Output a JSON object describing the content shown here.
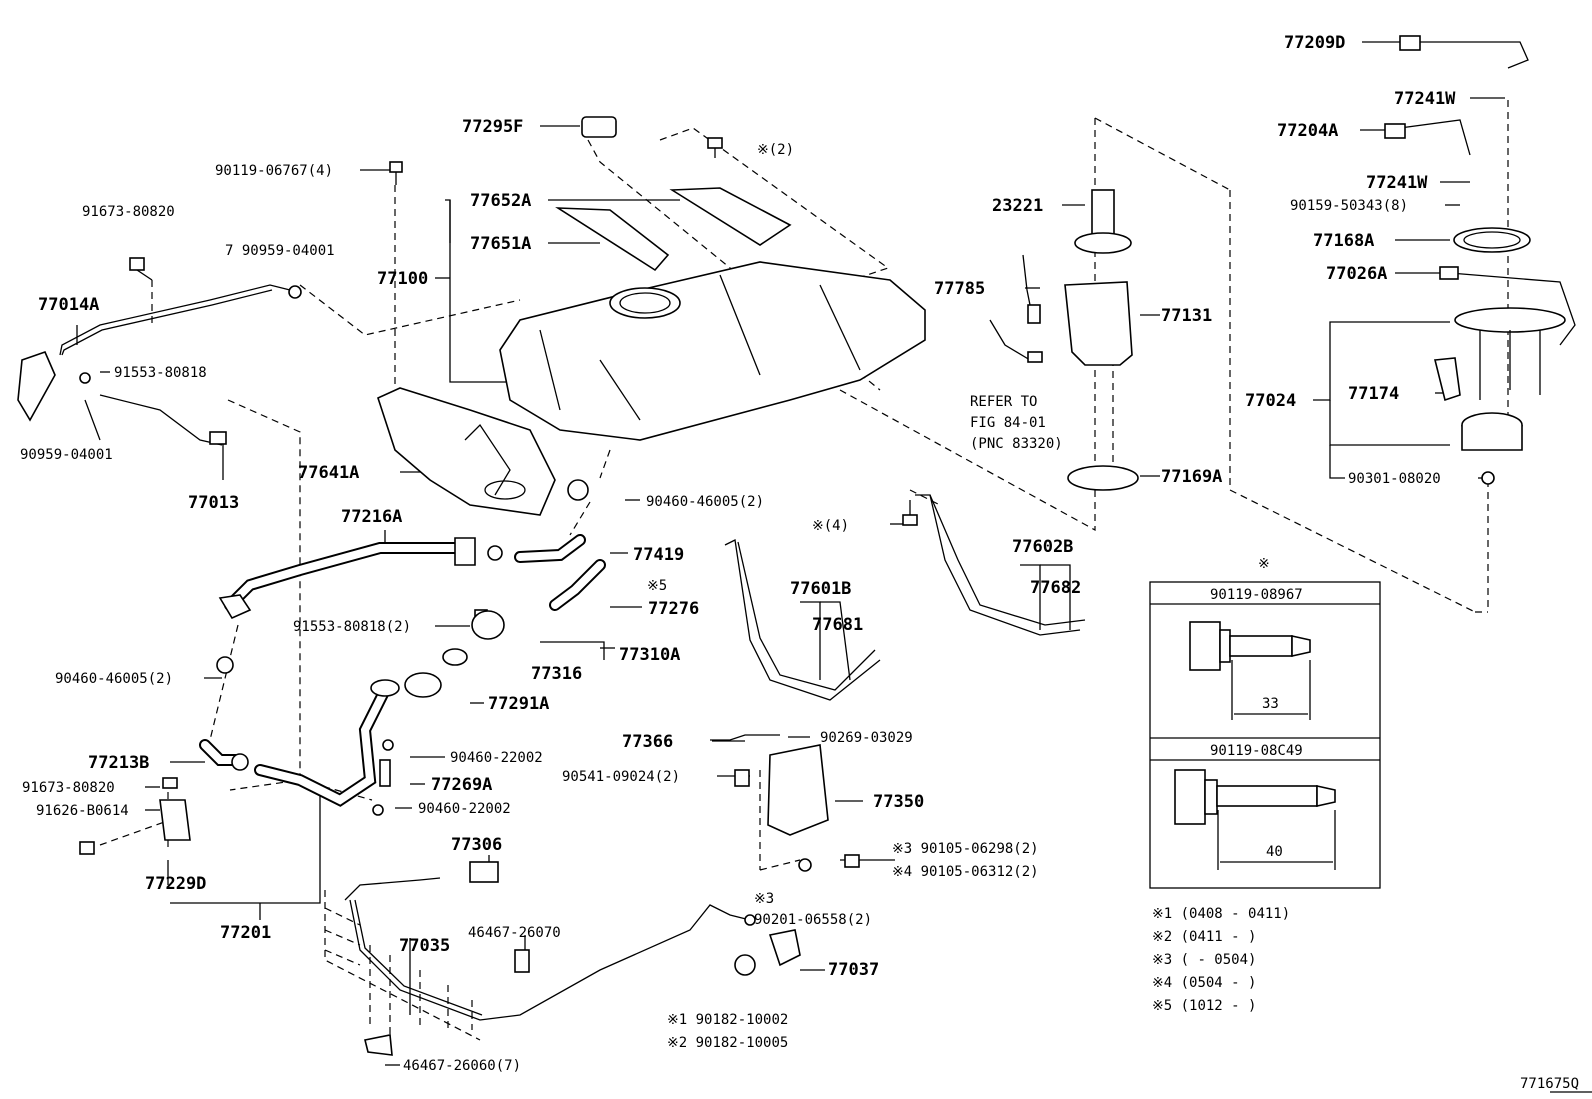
{
  "diagram_code": "771675Q",
  "callouts": {
    "p77209D": "77209D",
    "p77241W_a": "77241W",
    "p77204A": "77204A",
    "p77241W_b": "77241W",
    "p90159": "90159-50343(8)",
    "p77168A": "77168A",
    "p77026A": "77026A",
    "p77024": "77024",
    "p77174": "77174",
    "p90301": "90301-08020",
    "p77295F": "77295F",
    "p90119_06767": "90119-06767(4)",
    "p_note2": "※(2)",
    "p77652A": "77652A",
    "p77651A": "77651A",
    "p77100": "77100",
    "p23221": "23221",
    "p77785": "77785",
    "p77131": "77131",
    "refer1": "REFER TO",
    "refer2": "FIG 84-01",
    "refer3": "(PNC 83320)",
    "p77169A": "77169A",
    "p91673_80820a": "91673-80820",
    "p90959_a": "7 90959-04001",
    "p77014A": "77014A",
    "p91553_80818": "91553-80818",
    "p90959_b": "90959-04001",
    "p77013": "77013",
    "p77641A": "77641A",
    "p90460_46005a": "90460-46005(2)",
    "p77216A": "77216A",
    "p77419": "77419",
    "p_note5": "※5",
    "p77276": "77276",
    "p91553_80818_2": "91553-80818(2)",
    "p77310A": "77310A",
    "p77316": "77316",
    "p90460_46005b": "90460-46005(2)",
    "p77291A": "77291A",
    "p_note4": "※(4)",
    "p77602B": "77602B",
    "p77682": "77682",
    "p77601B": "77601B",
    "p77681": "77681",
    "p77366": "77366",
    "p90269": "90269-03029",
    "p77213B": "77213B",
    "p90460_22002a": "90460-22002",
    "p91673_80820b": "91673-80820",
    "p77269A": "77269A",
    "p90541": "90541-09024(2)",
    "p77350": "77350",
    "p91626": "91626-B0614",
    "p90460_22002b": "90460-22002",
    "p77306": "77306",
    "p90105_06298": "※3 90105-06298(2)",
    "p90105_06312": "※4 90105-06312(2)",
    "p77229D": "77229D",
    "p77201": "77201",
    "p_note3": "※3",
    "p90201": "90201-06558(2)",
    "p77035": "77035",
    "p46467_26070": "46467-26070",
    "p77037": "77037",
    "p90182_10002": "※1 90182-10002",
    "p90182_10005": "※2 90182-10005",
    "p46467_26060": "46467-26060(7)"
  },
  "bolt_box": {
    "header_mark": "※",
    "bolt1_part": "90119-08967",
    "bolt1_length": "33",
    "bolt2_part": "90119-08C49",
    "bolt2_length": "40"
  },
  "notes": [
    "※1 (0408 - 0411)",
    "※2 (0411 -       )",
    "※3 (       - 0504)",
    "※4 (0504 -       )",
    "※5 (1012 -       )"
  ]
}
